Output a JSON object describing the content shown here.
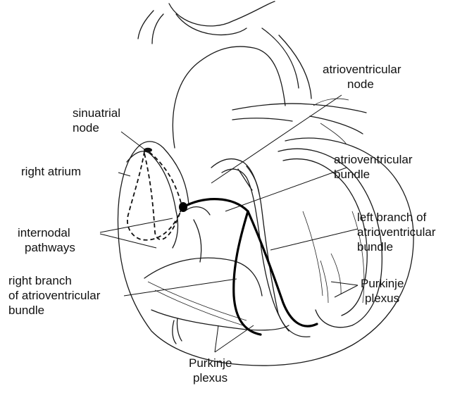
{
  "labels": {
    "sinuatrial_node": [
      "sinuatrial",
      "node"
    ],
    "atrioventricular_node": [
      "atrioventricular",
      "node"
    ],
    "right_atrium": [
      "right atrium"
    ],
    "atrioventricular_bundle": [
      "atrioventricular",
      "bundle"
    ],
    "internodal_pathways": [
      "internodal",
      "pathways"
    ],
    "left_branch": [
      "left branch of",
      "atrioventricular",
      "bundle"
    ],
    "right_branch": [
      "right branch",
      "of atrioventricular",
      "bundle"
    ],
    "purkinje_right": [
      "Purkinje",
      "plexus"
    ],
    "purkinje_bottom": [
      "Purkinje",
      "plexus"
    ]
  },
  "colors": {
    "outline": "#1a1a1a",
    "conduction_path": "#000000",
    "background": "#ffffff"
  }
}
